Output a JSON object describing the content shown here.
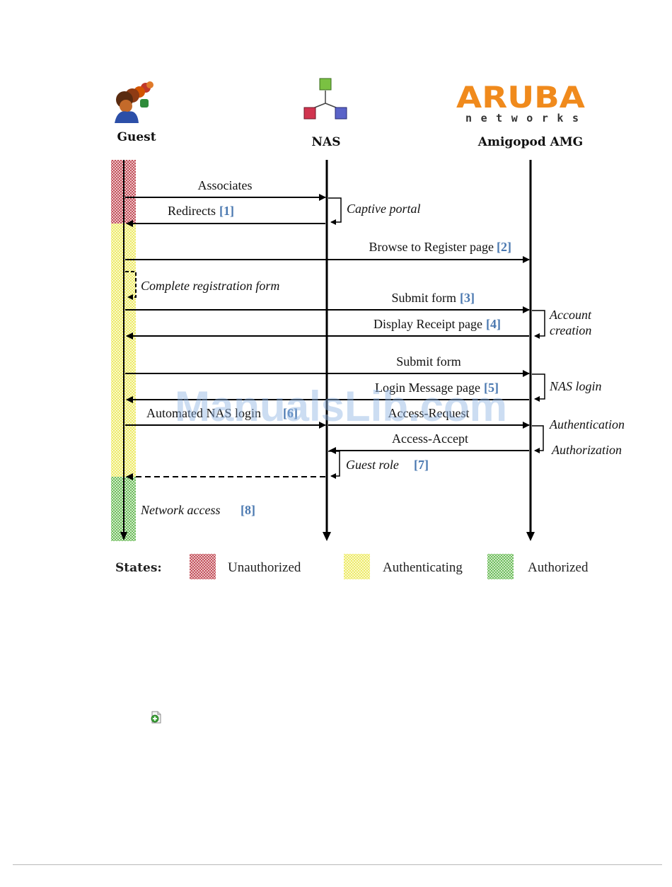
{
  "actors": {
    "guest": "Guest",
    "nas": "NAS",
    "amg": "Amigopod AMG"
  },
  "logo": {
    "brand": "ARUBA",
    "tagline": "networks"
  },
  "messages": {
    "associates": "Associates",
    "redirects": "Redirects",
    "redirects_ref": "[1]",
    "captive_portal": "Captive portal",
    "browse": "Browse to Register page",
    "browse_ref": "[2]",
    "complete_form": "Complete registration form",
    "submit_form_1": "Submit form",
    "submit_form_1_ref": "[3]",
    "account": "Account",
    "creation": "creation",
    "display_receipt": "Display Receipt page",
    "display_receipt_ref": "[4]",
    "submit_form_2": "Submit form",
    "nas_login": "NAS login",
    "login_message": "Login Message page",
    "login_message_ref": "[5]",
    "automated": "Automated NAS login",
    "automated_ref": "[6]",
    "access_request": "Access-Request",
    "authentication": "Authentication",
    "access_accept": "Access-Accept",
    "authorization": "Authorization",
    "guest_role": "Guest role",
    "guest_role_ref": "[7]",
    "network_access": "Network access",
    "network_access_ref": "[8]"
  },
  "legend": {
    "title": "States:",
    "unauthorized": "Unauthorized",
    "authenticating": "Authenticating",
    "authorized": "Authorized"
  },
  "watermark": "ManualsLib.com",
  "colors": {
    "unauthorized": "#c0505a",
    "authenticating": "#f2ef6a",
    "authorized": "#6cbc5c",
    "ref": "#4a78b0",
    "aruba_orange": "#f08a1c"
  }
}
